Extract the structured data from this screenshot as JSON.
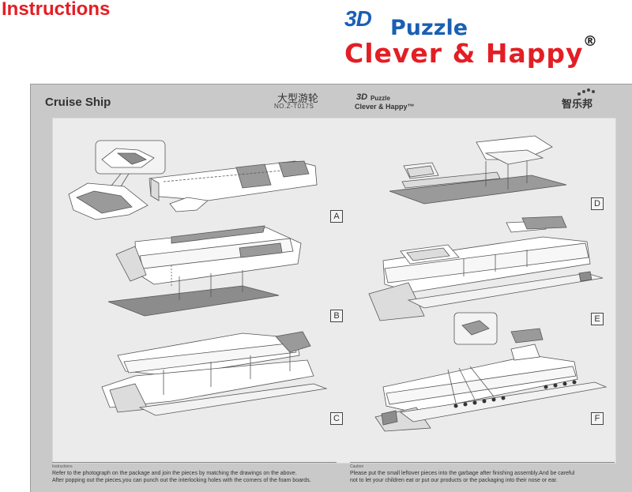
{
  "page": {
    "heading": "Instructions"
  },
  "brand": {
    "three_d": "3D",
    "puzzle": "Puzzle",
    "tagline": "Clever & Happy",
    "registered": "®"
  },
  "sheet": {
    "model_name": "Cruise Ship",
    "model_name_cn": "大型游轮",
    "model_number": "NO.Z-T017S",
    "mini_brand": {
      "three_d": "3D",
      "puzzle": "Puzzle",
      "tagline": "Clever & Happy™",
      "cn_name": "智乐邦"
    },
    "steps": [
      "A",
      "B",
      "C",
      "D",
      "E",
      "F"
    ],
    "colors": {
      "sheet_bg": "#c9c9c9",
      "panel_bg": "#ebebeb",
      "piece_fill": "#ffffff",
      "piece_dark": "#8c8c8c",
      "line": "#555555"
    }
  },
  "footer": {
    "instructions": {
      "heading": "Instructions",
      "line1": "Refer to the photograph on the package and join the pieces by matching  the drawings on the above.",
      "line2": "After popping out the pieces,you can punch  out the interlocking holes with the corners of the foam boards."
    },
    "caution": {
      "heading": "Caution",
      "line1": "Please put the small leftover pieces into the garbage after finishing assembly.And be careful",
      "line2": "not to let your children eat or put our products or the packaging into their nose or ear."
    }
  }
}
